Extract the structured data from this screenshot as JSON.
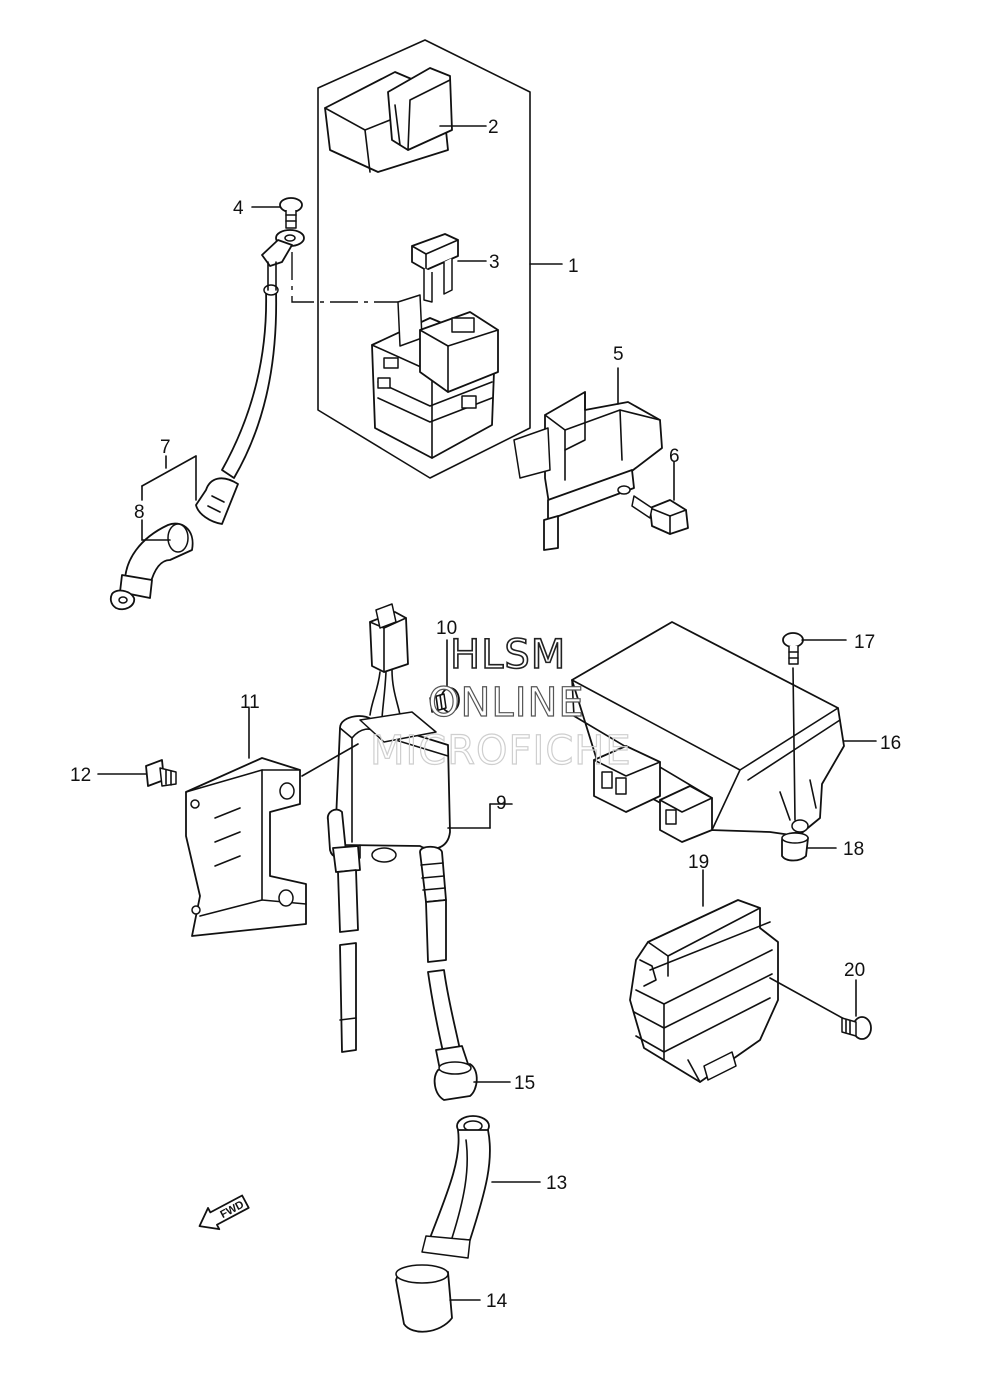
{
  "diagram": {
    "callouts": {
      "c1": "1",
      "c2": "2",
      "c3": "3",
      "c4": "4",
      "c5": "5",
      "c6": "6",
      "c7": "7",
      "c8": "8",
      "c9": "9",
      "c10": "10",
      "c11": "11",
      "c12": "12",
      "c13": "13",
      "c14": "14",
      "c15": "15",
      "c16": "16",
      "c17": "17",
      "c18": "18",
      "c19": "19",
      "c20": "20"
    },
    "watermark": {
      "line1": "HLSM",
      "line2": "ONLINE",
      "line3": "MICROFICHE"
    },
    "direction_badge": "FWD"
  }
}
